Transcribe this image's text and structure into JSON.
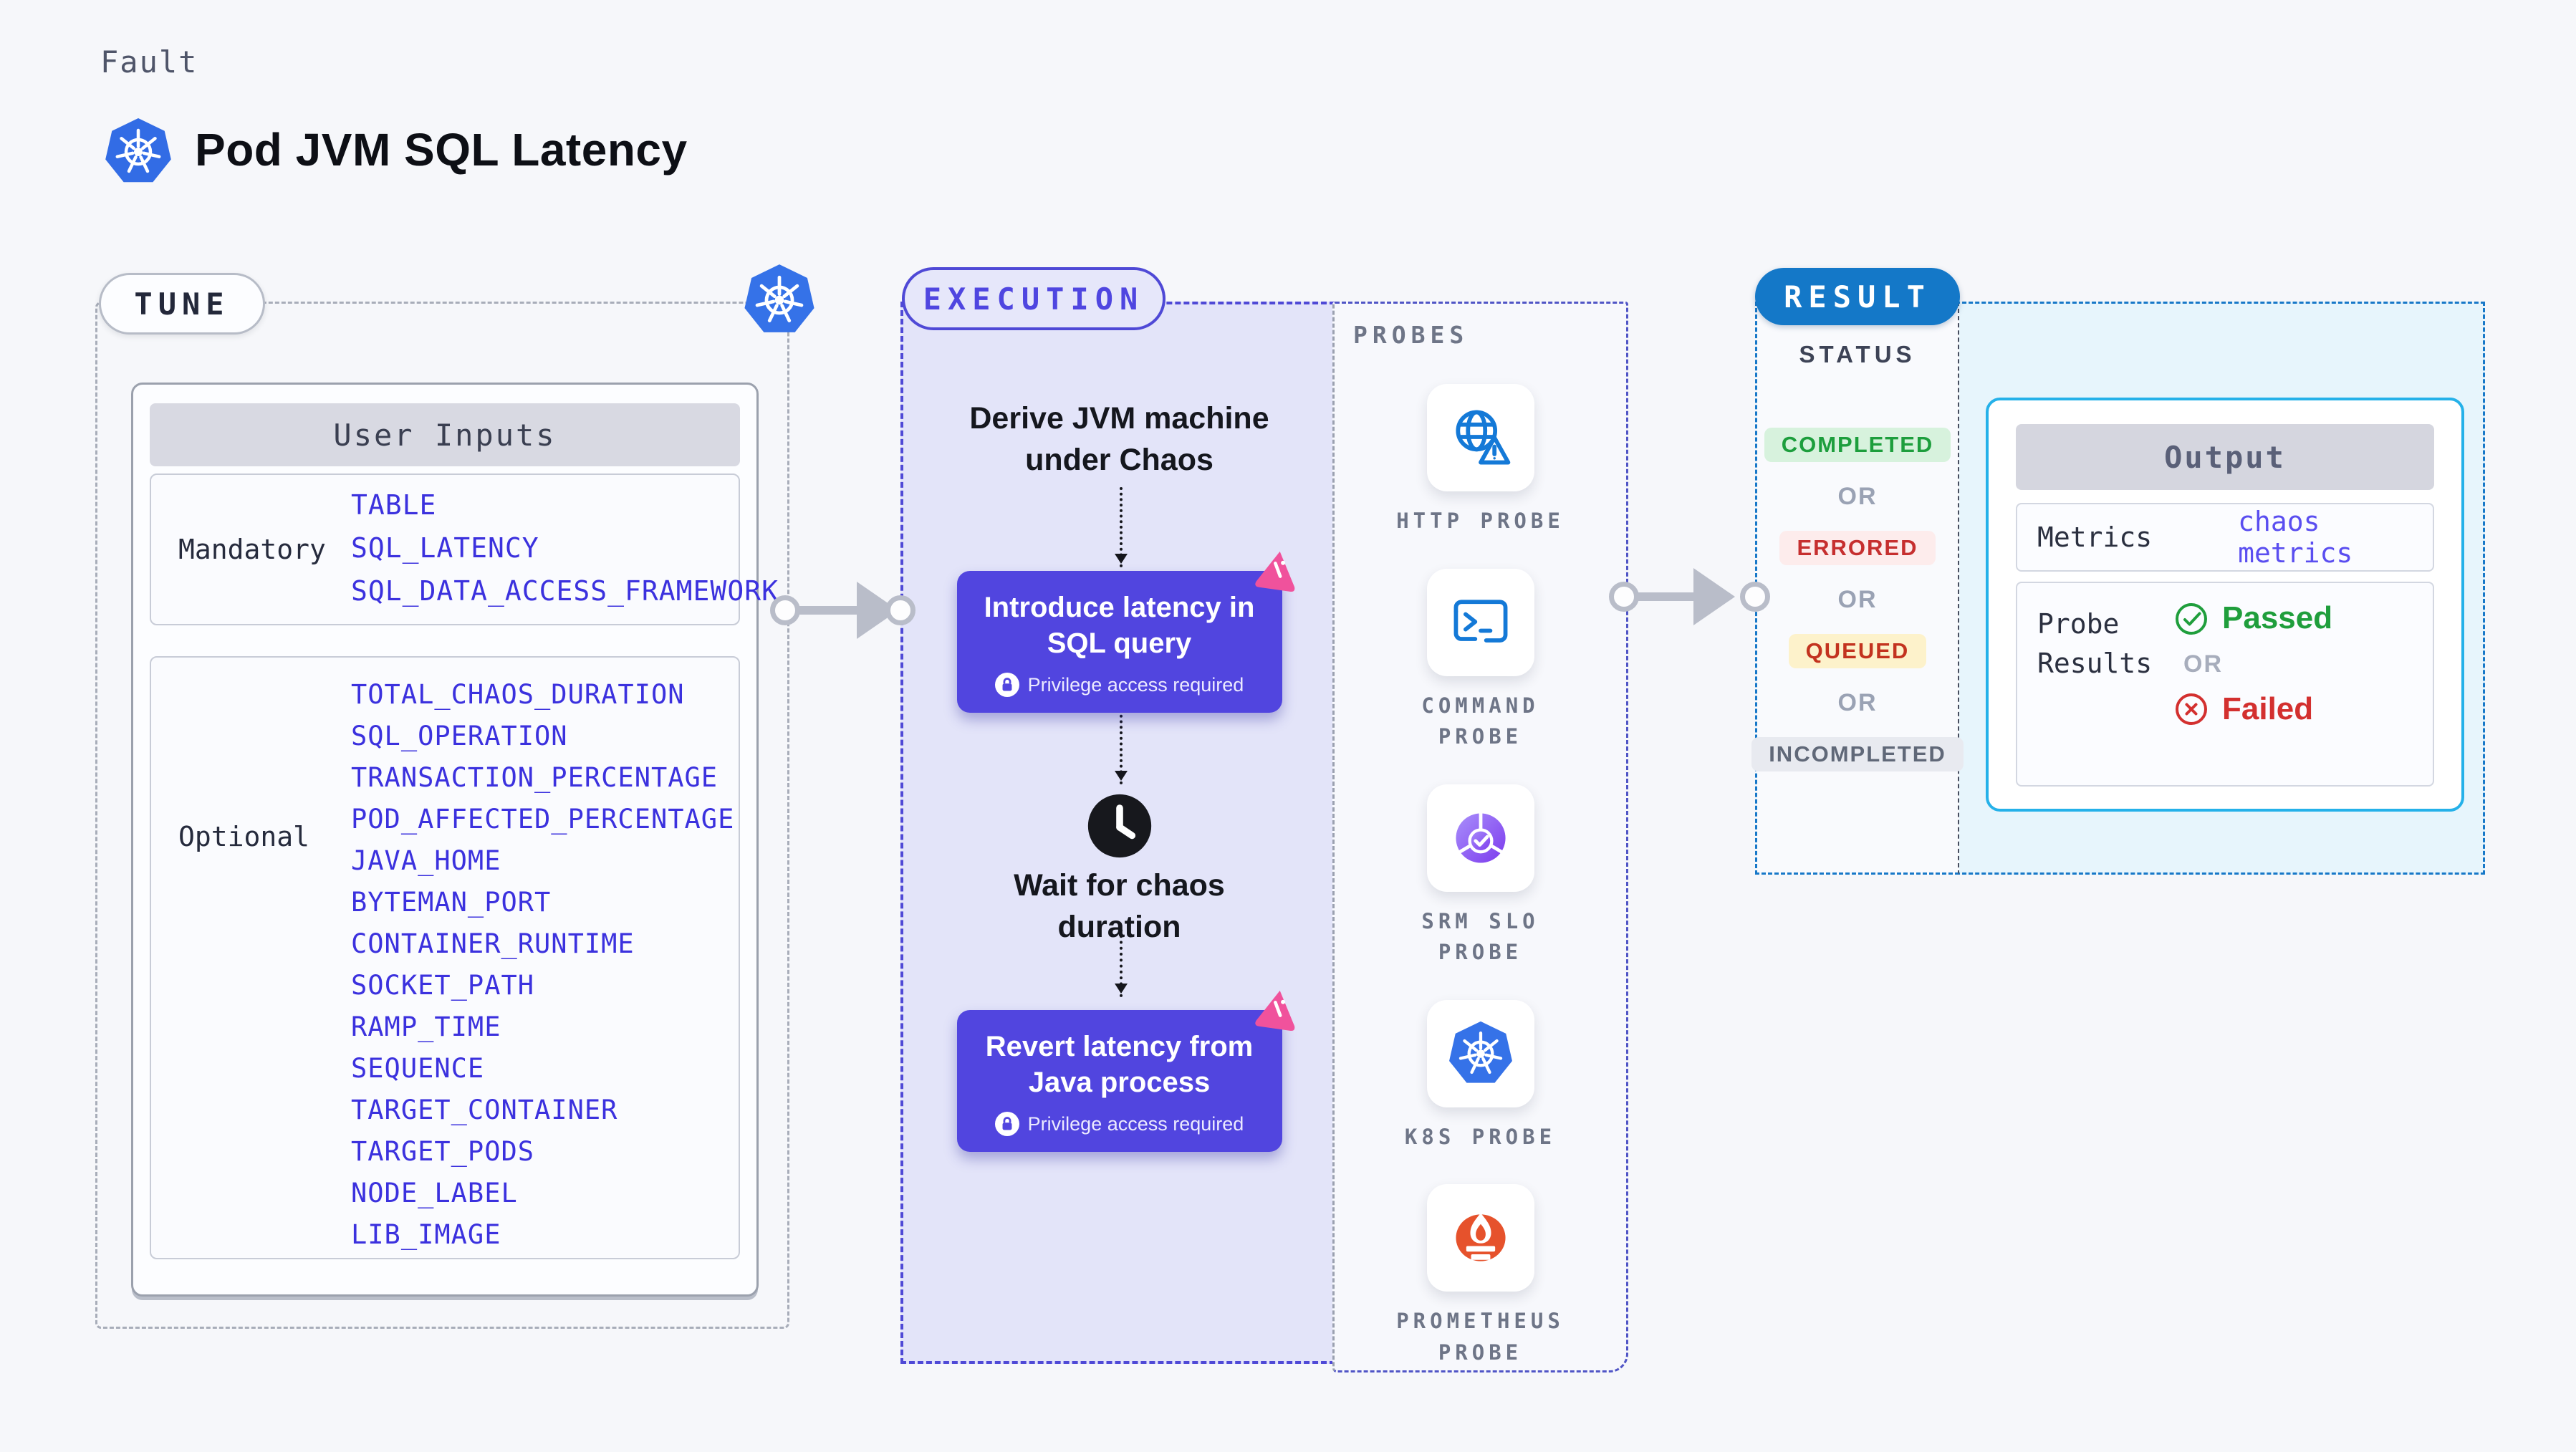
{
  "header": {
    "eyebrow": "Fault",
    "title": "Pod JVM SQL Latency"
  },
  "labels": {
    "or": "OR"
  },
  "tune": {
    "pill": "TUNE",
    "user_inputs": {
      "header": "User Inputs",
      "mandatory_label": "Mandatory",
      "mandatory": [
        "TABLE",
        "SQL_LATENCY",
        "SQL_DATA_ACCESS_FRAMEWORK"
      ],
      "optional_label": "Optional",
      "optional": [
        "TOTAL_CHAOS_DURATION",
        "SQL_OPERATION",
        "TRANSACTION_PERCENTAGE",
        "POD_AFFECTED_PERCENTAGE",
        "JAVA_HOME",
        "BYTEMAN_PORT",
        "CONTAINER_RUNTIME",
        "SOCKET_PATH",
        "RAMP_TIME",
        "SEQUENCE",
        "TARGET_CONTAINER",
        "TARGET_PODS",
        "NODE_LABEL",
        "LIB_IMAGE"
      ]
    }
  },
  "execution": {
    "pill": "EXECUTION",
    "step_derive": "Derive JVM machine under Chaos",
    "action_introduce": "Introduce latency in SQL query",
    "wait_step": "Wait for chaos duration",
    "action_revert": "Revert latency from Java process",
    "privilege_note": "Privilege access required"
  },
  "probes": {
    "title": "PROBES",
    "items": [
      {
        "label": "HTTP PROBE",
        "icon": "globe-alert-icon"
      },
      {
        "label": "COMMAND PROBE",
        "icon": "terminal-icon"
      },
      {
        "label": "SRM SLO PROBE",
        "icon": "slo-gauge-icon"
      },
      {
        "label": "K8S PROBE",
        "icon": "kubernetes-icon"
      },
      {
        "label": "PROMETHEUS PROBE",
        "icon": "prometheus-icon"
      }
    ]
  },
  "result": {
    "pill": "RESULT",
    "status_label": "STATUS",
    "statuses": [
      {
        "label": "COMPLETED",
        "kind": "completed"
      },
      {
        "label": "ERRORED",
        "kind": "errored"
      },
      {
        "label": "QUEUED",
        "kind": "queued"
      },
      {
        "label": "INCOMPLETED",
        "kind": "incompleted"
      }
    ],
    "output": {
      "header": "Output",
      "metrics_label": "Metrics",
      "metrics_value": "chaos metrics",
      "probe_results_label": "Probe Results",
      "passed": "Passed",
      "failed": "Failed"
    }
  },
  "colors": {
    "accent_indigo": "#5145df",
    "execution_border": "#4f49d6",
    "kubernetes_blue": "#326ce5",
    "result_blue": "#1478c8",
    "output_border_cyan": "#25b1e9",
    "litmus_pink": "#f0529c",
    "passed_green": "#1f9e3c",
    "failed_red": "#d3302f",
    "queued_red": "#c3331f",
    "env_var_blue": "#3b31de",
    "prometheus_orange": "#e6522c"
  }
}
